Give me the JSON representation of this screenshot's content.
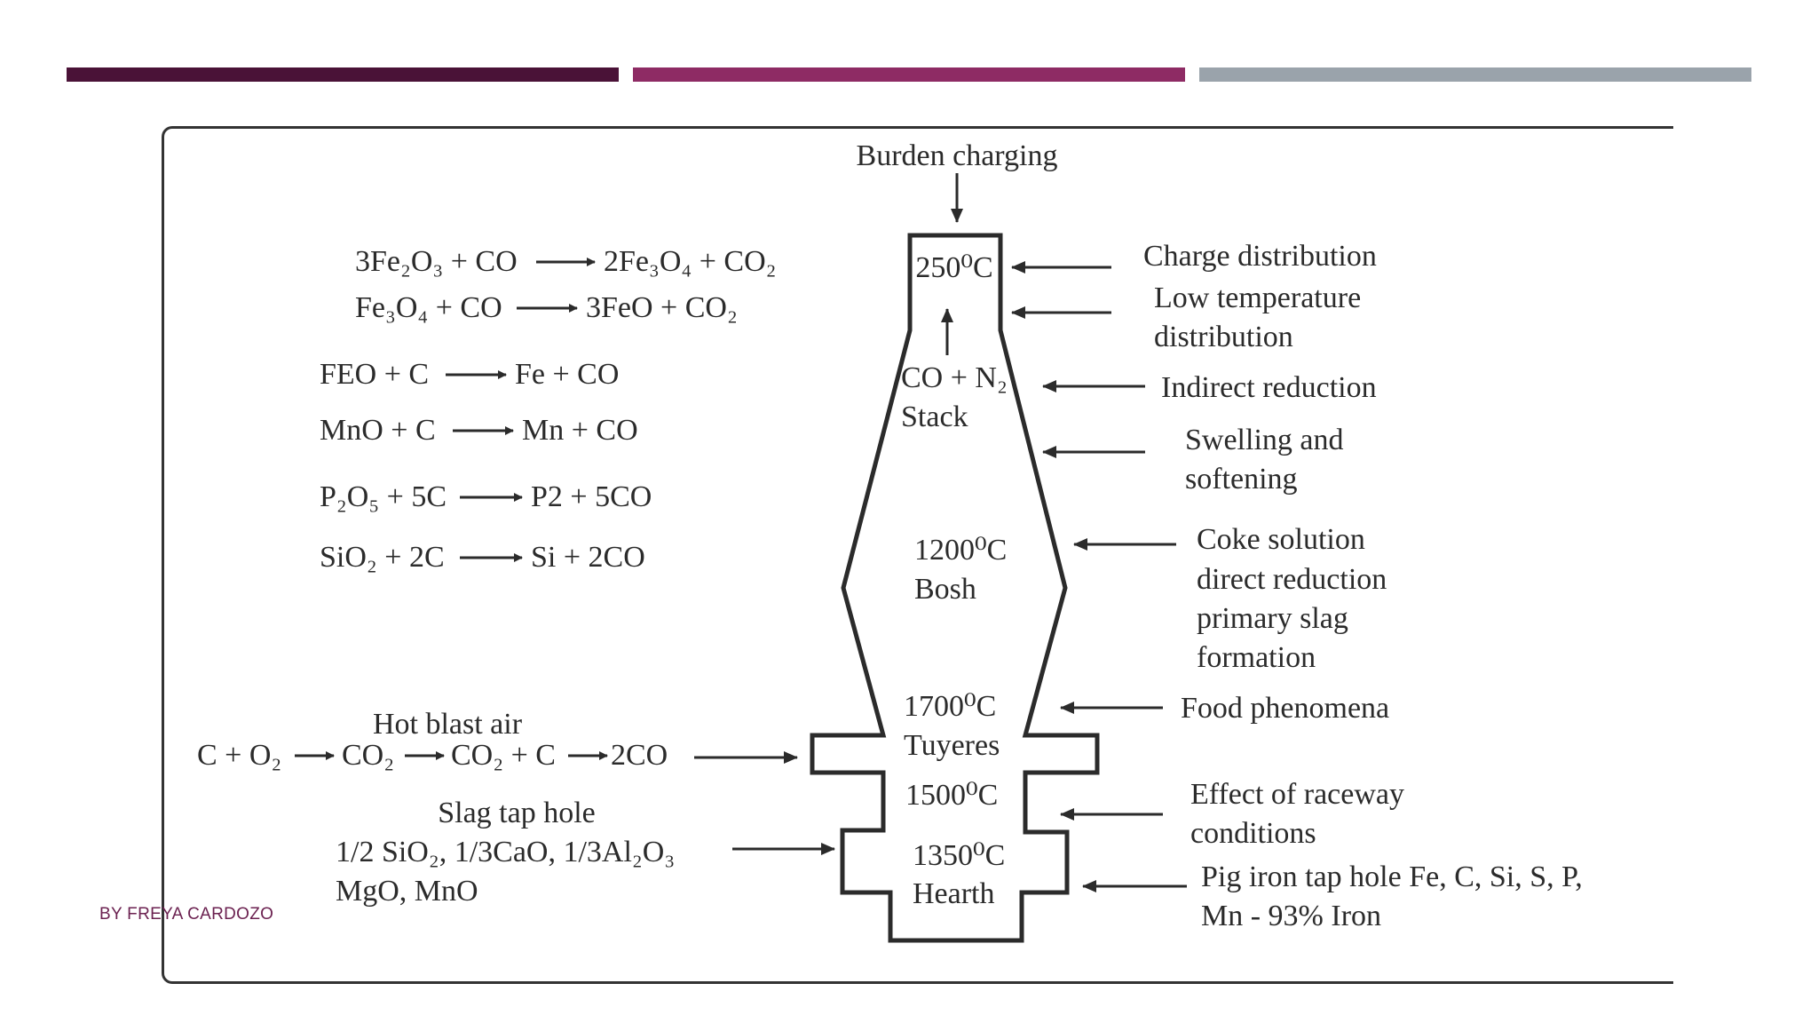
{
  "accent_colors": {
    "bar1": "#4a1237",
    "bar2": "#8e2b64",
    "bar3": "#9aa3ab",
    "footer": "#6b2150"
  },
  "diagram": {
    "top_label": "Burden charging",
    "zones": {
      "top_temp": "250⁰C",
      "stack_gas": "CO + N₂",
      "stack": "Stack",
      "bosh_temp": "1200⁰C",
      "bosh": "Bosh",
      "tuyeres_temp": "1700⁰C",
      "tuyeres": "Tuyeres",
      "raceway_temp": "1500⁰C",
      "hearth_temp": "1350⁰C",
      "hearth": "Hearth"
    },
    "right_labels": {
      "charge_distribution": "Charge distribution",
      "low_temp_1": "Low temperature",
      "low_temp_2": "distribution",
      "indirect_reduction": "Indirect reduction",
      "swelling_1": "Swelling and",
      "swelling_2": "softening",
      "coke_1": "Coke solution",
      "coke_2": "direct reduction",
      "coke_3": "primary slag",
      "coke_4": "formation",
      "food": "Food phenomena",
      "raceway_1": "Effect of raceway",
      "raceway_2": "conditions",
      "pig_1": "Pig  iron tap hole Fe, C, Si, S, P,",
      "pig_2": "Mn - 93% Iron"
    },
    "reactions": {
      "r1_left": "3Fe₂O₃ + CO",
      "r1_right": "2Fe₃O₄ + CO₂",
      "r2_left": "Fe₃O₄ + CO",
      "r2_right": "3FeO + CO₂",
      "r3_left": "FEO + C",
      "r3_right": "Fe + CO",
      "r4_left": "MnO + C",
      "r4_right": "Mn + CO",
      "r5_left": "P₂O₅ + 5C",
      "r5_right": "P2 + 5CO",
      "r6_left": "SiO₂ + 2C",
      "r6_right": "Si + 2CO"
    },
    "hot_blast": {
      "title": "Hot blast air",
      "c1": "C + O₂",
      "c2": "CO₂",
      "c3": "CO₂ + C",
      "c4": "2CO"
    },
    "slag": {
      "title": "Slag tap hole",
      "line1": "1/2 SiO₂, 1/3CaO, 1/3Al₂O₃",
      "line2": "MgO, MnO"
    }
  },
  "footer": "BY FREYA CARDOZO"
}
